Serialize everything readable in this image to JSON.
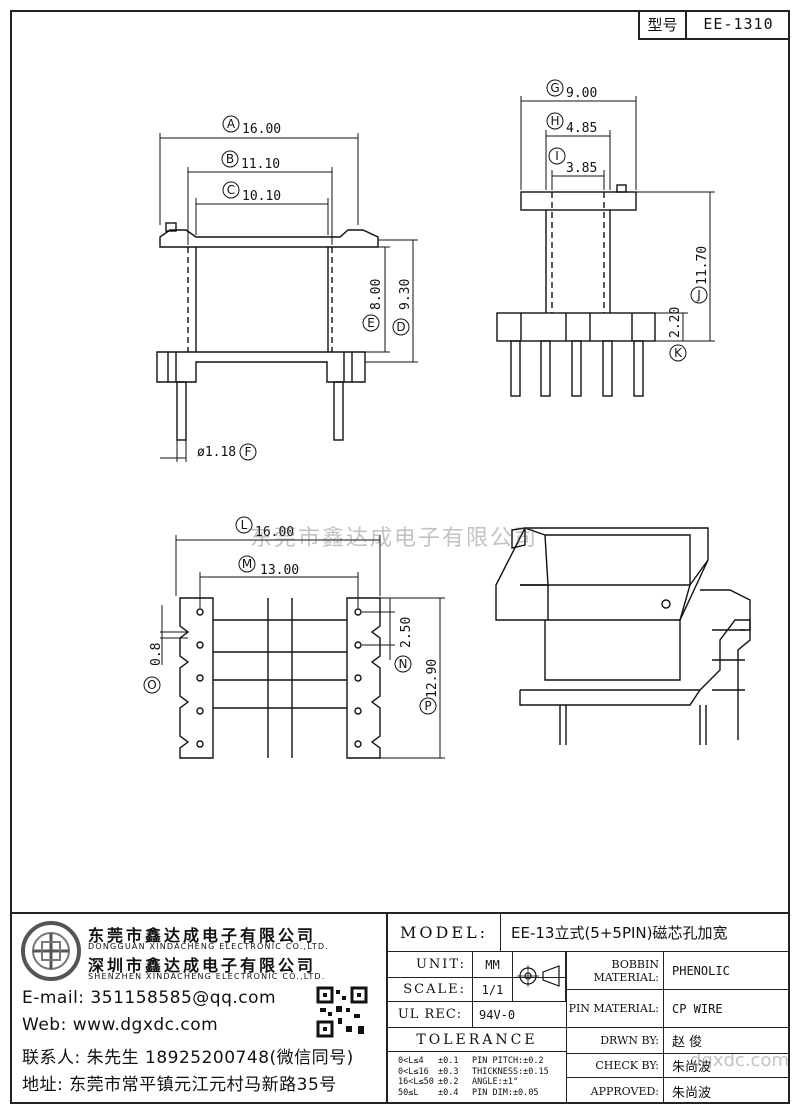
{
  "title_block": {
    "model_key": "型号",
    "model_code": "EE-1310"
  },
  "watermark": "东莞市鑫达成电子有限公司",
  "watermark_footer": "dgxdc.com",
  "dimensions": {
    "A": {
      "letter": "A",
      "value": "16.00"
    },
    "B": {
      "letter": "B",
      "value": "11.10"
    },
    "C": {
      "letter": "C",
      "value": "10.10"
    },
    "D": {
      "letter": "D",
      "value": "9.30"
    },
    "E": {
      "letter": "E",
      "value": "8.00"
    },
    "F": {
      "letter": "F",
      "value": "ø1.18"
    },
    "G": {
      "letter": "G",
      "value": "9.00"
    },
    "H": {
      "letter": "H",
      "value": "4.85"
    },
    "I": {
      "letter": "I",
      "value": "3.85"
    },
    "J": {
      "letter": "J",
      "value": "11.70"
    },
    "K": {
      "letter": "K",
      "value": "2.20"
    },
    "L": {
      "letter": "L",
      "value": "16.00"
    },
    "M": {
      "letter": "M",
      "value": "13.00"
    },
    "N": {
      "letter": "N",
      "value": "2.50"
    },
    "O": {
      "letter": "O",
      "value": "0.8"
    },
    "P": {
      "letter": "P",
      "value": "12.90"
    }
  },
  "company": {
    "name_dg": "东莞市鑫达成电子有限公司",
    "name_dg_en": "DONGGUAN XINDACHENG ELECTRONIC CO.,LTD.",
    "name_sz": "深圳市鑫达成电子有限公司",
    "name_sz_en": "SHENZHEN XINDACHENG ELECTRONIC CO.,LTD.",
    "email": "E-mail: 351158585@qq.com",
    "web": "Web: www.dgxdc.com",
    "contact": "联系人: 朱先生 18925200748(微信同号)",
    "address": "地址: 东莞市常平镇元江元村马新路35号"
  },
  "table": {
    "model_label": "MODEL:",
    "model_value": "EE-13立式(5+5PIN)磁芯孔加宽",
    "unit_label": "UNIT:",
    "unit_value": "MM",
    "scale_label": "SCALE:",
    "scale_value": "1/1",
    "ulrec_label": "UL REC:",
    "ulrec_value": "94V-0",
    "tolerance_label": "TOLERANCE",
    "bobbin_label": "BOBBIN MATERIAL:",
    "bobbin_value": "PHENOLIC",
    "pin_label": "PIN MATERIAL:",
    "pin_value": "CP WIRE",
    "drawn_label": "DRWN BY:",
    "drawn_value": "赵 俊",
    "check_label": "CHECK BY:",
    "check_value": "朱尚波",
    "approved_label": "APPROVED:",
    "approved_value": "朱尚波",
    "tol_rows": [
      {
        "range": "0<L≤4",
        "tol": "±0.1",
        "spec": "PIN PITCH:±0.2"
      },
      {
        "range": "0<L≤16",
        "tol": "±0.3",
        "spec": "THICKNESS:±0.15"
      },
      {
        "range": "16<L≤50",
        "tol": "±0.2",
        "spec": "ANGLE:±1°"
      },
      {
        "range": "50≤L",
        "tol": "±0.4",
        "spec": "PIN DIM:±0.05"
      }
    ]
  }
}
